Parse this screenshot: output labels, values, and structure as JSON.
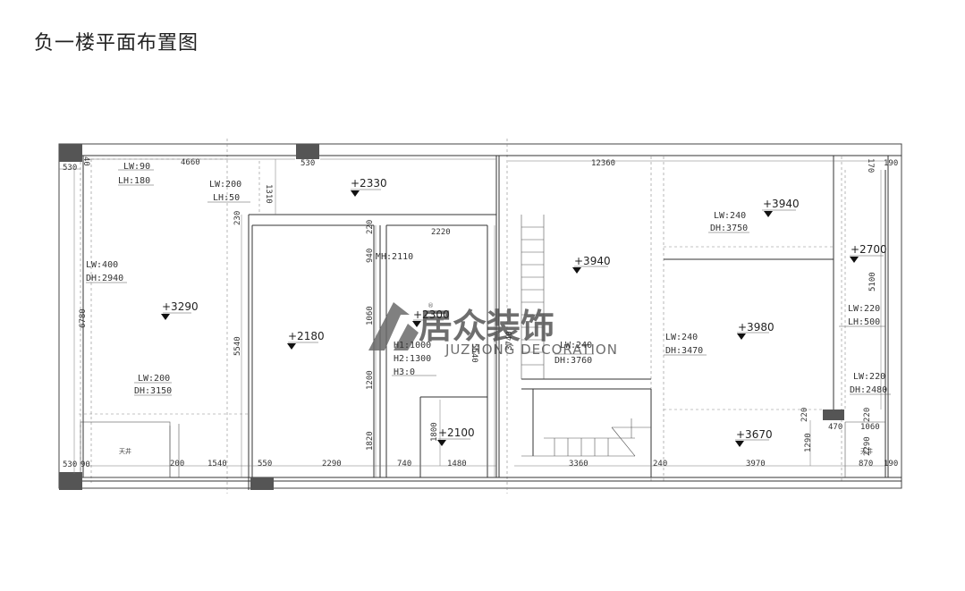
{
  "title": "负一楼平面布置图",
  "watermark": {
    "name": "居众装饰",
    "sub": "JUZHONG DECORATION",
    "reg": "®"
  },
  "dims": {
    "top_530": "530",
    "top_4660": "4660",
    "top_530b": "530",
    "top_12360": "12360",
    "top_170": "170",
    "top_90": "190",
    "left_40": "40",
    "left_6780": "6780",
    "left_530": "530",
    "left_90": "90",
    "d_1310": "1310",
    "d_230": "230",
    "d_5540": "5540",
    "d_220": "220",
    "d_2220": "2220",
    "d_940": "940",
    "d_1060": "1060",
    "d_1200": "1200",
    "d_1820": "1820",
    "d_1800": "1800",
    "d_5540b": "5540",
    "d_3740": "3740",
    "d_5100": "5100",
    "d_220b": "220",
    "d_470": "470",
    "d_1060b": "1060",
    "d_220c": "220",
    "d_1290": "1290",
    "d_2290b": "2290",
    "b_200": "200",
    "b_1540": "1540",
    "b_550": "550",
    "b_2290": "2290",
    "b_740": "740",
    "b_1480": "1480",
    "b_3360": "3360",
    "b_240": "240",
    "b_3970": "3970",
    "b_870": "870",
    "b_190": "190"
  },
  "labels": {
    "lw90": "LW:90",
    "lh180": "LH:180",
    "lw200a": "LW:200",
    "lh50": "LH:50",
    "lw400": "LW:400",
    "dh2940": "DH:2940",
    "lw200b": "LW:200",
    "dh3150": "DH:3150",
    "mh2110": "MH:2110",
    "h1": "H1:1000",
    "h2": "H2:1300",
    "h3": "H3:0",
    "lw240a": "LW:240",
    "dh3760": "DH:3760",
    "lw240b": "LW:240",
    "dh3750": "DH:3750",
    "lw240c": "LW:240",
    "dh3470": "DH:3470",
    "lw220a": "LW:220",
    "lh500": "LH:500",
    "lw220b": "LW:220",
    "dh2480": "DH:2480",
    "tianjing": "天井",
    "tianjing2": "天井"
  },
  "elevations": {
    "e2330": "+2330",
    "e3290": "+3290",
    "e2180": "+2180",
    "e2300": "+2300",
    "e2100": "+2100",
    "e3940a": "+3940",
    "e3940b": "+3940",
    "e2700": "+2700",
    "e3980": "+3980",
    "e3670": "+3670"
  }
}
